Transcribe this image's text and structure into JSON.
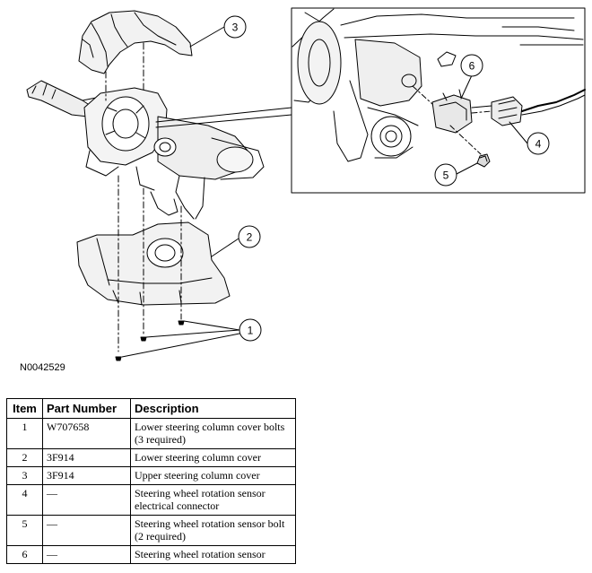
{
  "figure": {
    "id": "N0042529",
    "callouts": [
      "1",
      "2",
      "3",
      "4",
      "5",
      "6"
    ]
  },
  "table": {
    "headers": [
      "Item",
      "Part Number",
      "Description"
    ],
    "rows": [
      {
        "item": "1",
        "part_number": "W707658",
        "description": "Lower steering column cover bolts (3 required)"
      },
      {
        "item": "2",
        "part_number": "3F914",
        "description": "Lower steering column cover"
      },
      {
        "item": "3",
        "part_number": "3F914",
        "description": "Upper steering column cover"
      },
      {
        "item": "4",
        "part_number": "—",
        "description": "Steering wheel rotation sensor electrical connector"
      },
      {
        "item": "5",
        "part_number": "—",
        "description": "Steering wheel rotation sensor bolt (2 required)"
      },
      {
        "item": "6",
        "part_number": "—",
        "description": "Steering wheel rotation sensor"
      }
    ]
  }
}
